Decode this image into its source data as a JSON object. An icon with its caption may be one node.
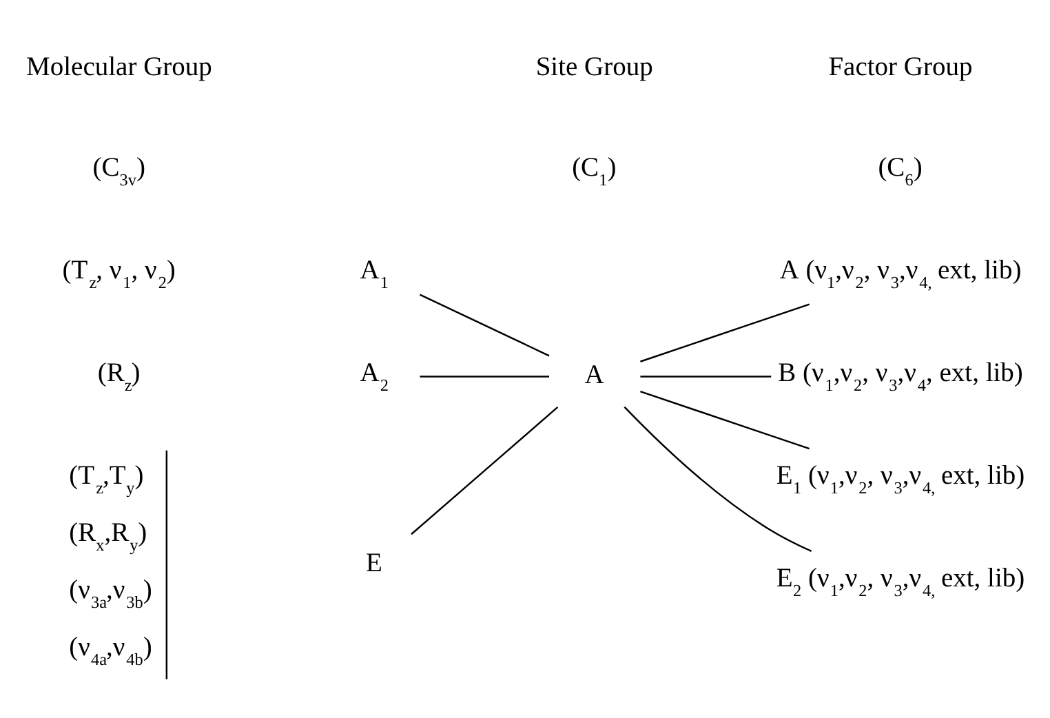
{
  "diagram": {
    "nodes": [
      {
        "text": [
          "A$_{1}$"
        ]
      },
      {
        "text": [
          "A$_{2}$"
        ]
      },
      {
        "text": [
          "E"
        ]
      },
      {
        "text": [
          "A"
        ]
      },
      {
        "text": [
          "A (ν$_{1}$,ν$_{2}$, ν$_{3}$,ν$_{4,}$ ext, lib)"
        ]
      },
      {
        "text": [
          "B (ν$_{1}$,ν$_{2}$, ν$_{3}$,ν$_{4}$, ext, lib)"
        ]
      },
      {
        "text": [
          "E$_{1}$ (ν$_{1}$,ν$_{2}$, ν$_{3}$,ν$_{4,}$ ext, lib)"
        ]
      },
      {
        "text": [
          "E$_{2}$ (ν$_{1}$,ν$_{2}$, ν$_{3}$,ν$_{4,}$ ext, lib)"
        ]
      }
    ],
    "edges": [
      {
        "from": 0,
        "to": 3,
        "arrow": "none"
      },
      {
        "from": 1,
        "to": 3,
        "arrow": "none"
      },
      {
        "from": 2,
        "to": 3,
        "arrow": "none"
      },
      {
        "from": 3,
        "to": 4,
        "arrow": "none"
      },
      {
        "from": 3,
        "to": 5,
        "arrow": "none"
      },
      {
        "from": 3,
        "to": 6,
        "arrow": "none"
      },
      {
        "from": 3,
        "to": 7,
        "arrow": "none"
      }
    ],
    "labels": [
      "Molecular Group",
      "Site Group",
      "Factor Group",
      "(C$_{3v}$)",
      "(C$_{1}$)",
      "(C$_{6}$)",
      "(T$_{z}$, ν$_{1}$, ν$_{2}$)",
      "(R$_{z}$)",
      "(T$_{z}$,T$_{y}$)",
      "(R$_{x}$,R$_{y}$)",
      "(ν$_{3a}$,ν$_{3b}$)",
      "(ν$_{4a}$,ν$_{4b}$)"
    ]
  }
}
